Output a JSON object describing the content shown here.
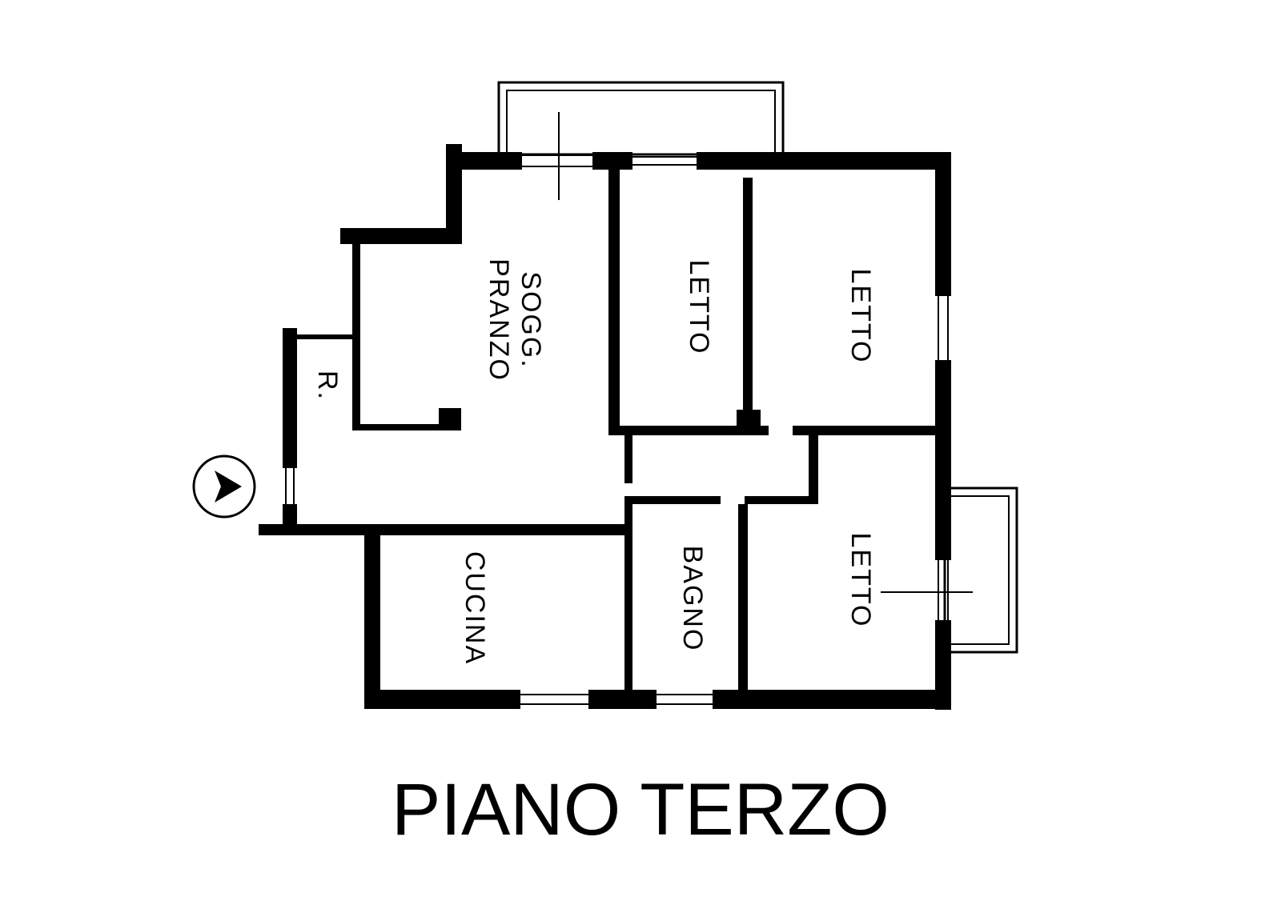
{
  "floor_title": "PIANO TERZO",
  "rooms": {
    "living": {
      "line1": "PRANZO",
      "line2": "SOGG."
    },
    "closet": "R.",
    "bedroom_1": "LETTO",
    "bedroom_2": "LETTO",
    "bedroom_3": "LETTO",
    "kitchen": "CUCINA",
    "bathroom": "BAGNO"
  },
  "icons": {
    "entrance": "entrance-arrow-icon"
  },
  "colors": {
    "ink": "#000000",
    "paper": "#ffffff"
  }
}
